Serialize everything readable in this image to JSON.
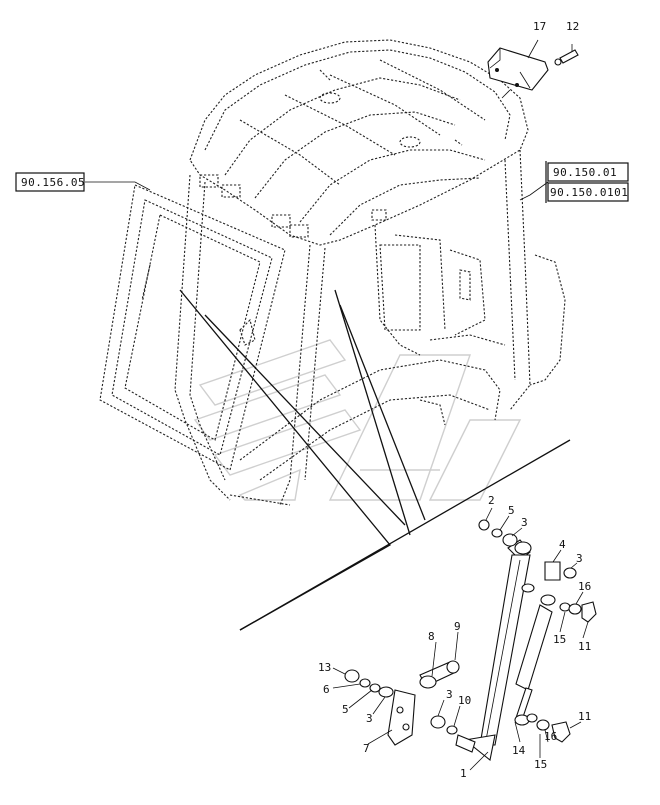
{
  "references": {
    "left": "90.156.05",
    "right_top": "90.150.01",
    "right_bottom": "90.150.0101"
  },
  "callouts": {
    "c17": "17",
    "c12": "12",
    "c2": "2",
    "c5a": "5",
    "c3a": "3",
    "c4": "4",
    "c3b": "3",
    "c16a": "16",
    "c15a": "15",
    "c11a": "11",
    "c8": "8",
    "c9": "9",
    "c13": "13",
    "c6": "6",
    "c5b": "5",
    "c3c": "3",
    "c3d": "3",
    "c10": "10",
    "c7": "7",
    "c14": "14",
    "c16b": "16",
    "c11b": "11",
    "c15b": "15",
    "c1": "1"
  }
}
